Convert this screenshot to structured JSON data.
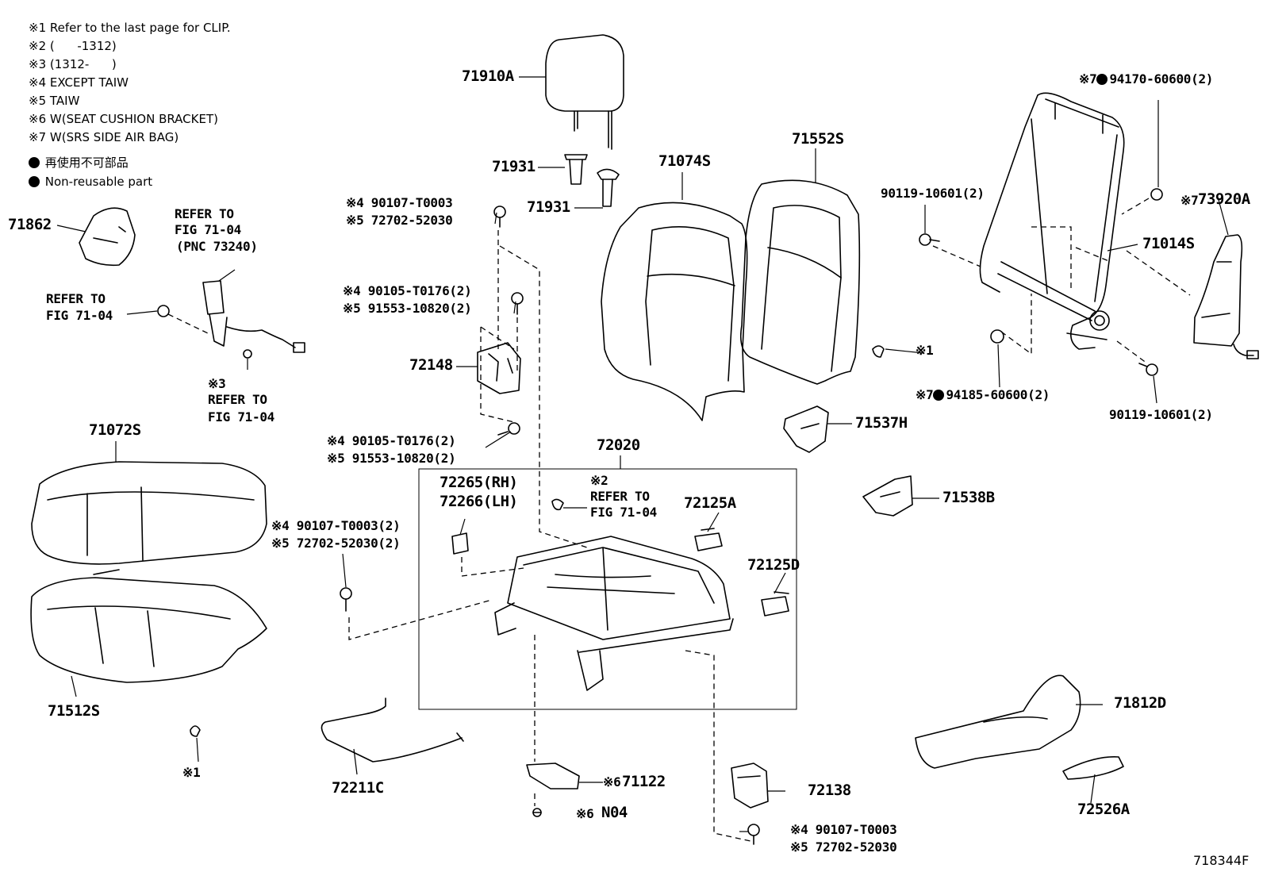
{
  "notes": [
    "※1 Refer to the last page for CLIP.",
    "※2 (      -1312)",
    "※3 (1312-      )",
    "※4 EXCEPT TAIW",
    "※5 TAIW",
    "※6 W(SEAT CUSHION BRACKET)",
    "※7 W(SRS SIDE AIR BAG)"
  ],
  "legend": [
    "再使用不可部品",
    "Non-reusable part"
  ],
  "labels": {
    "p71910A": "71910A",
    "p71931a": "71931",
    "p71931b": "71931",
    "p71074S": "71074S",
    "p71552S": "71552S",
    "p71862": "71862",
    "p72148": "72148",
    "p71072S": "71072S",
    "p72020": "72020",
    "p72125A": "72125A",
    "p72125D": "72125D",
    "p71537H": "71537H",
    "p71538B": "71538B",
    "p71014S": "71014S",
    "p73920A": "73920A",
    "p71512S": "71512S",
    "p72211C": "72211C",
    "p71122": "71122",
    "pN04": "N04",
    "p72138": "72138",
    "p71812D": "71812D",
    "p72526A": "72526A",
    "p72265": "72265(RH)",
    "p72266": "72266(LH)"
  },
  "small": {
    "refer_belt_1": "REFER TO",
    "refer_belt_2": "FIG 71-04",
    "refer_belt_3": "(PNC 73240)",
    "refer_left_1": "REFER TO",
    "refer_left_2": "FIG 71-04",
    "refer_clip_mark": "※3",
    "refer_clip_1": "REFER TO",
    "refer_clip_2": "FIG 71-04",
    "refer_adj_mark": "※2",
    "refer_adj_1": "REFER TO",
    "refer_adj_2": "FIG 71-04",
    "b1a": "※4 90107-T0003",
    "b1b": "※5 72702-52030",
    "b2a": "※4 90105-T0176(2)",
    "b2b": "※5 91553-10820(2)",
    "b3a": "※4 90105-T0176(2)",
    "b3b": "※5 91553-10820(2)",
    "b4a": "※4 90107-T0003(2)",
    "b4b": "※5 72702-52030(2)",
    "b5a": "※4 90107-T0003",
    "b5b": "※5 72702-52030",
    "n1_mark": "※7",
    "n1_part": "94170-60600(2)",
    "n2_mark": "※7",
    "n2_part": "94185-60600(2)",
    "bolt_a": "90119-10601(2)",
    "bolt_b": "90119-10601(2)",
    "mark_73920A": "※7",
    "clip_right": "※1",
    "clip_bottom": "※1",
    "mark_71122": "※6",
    "mark_N04": "※6"
  },
  "figure_id": "718344F"
}
